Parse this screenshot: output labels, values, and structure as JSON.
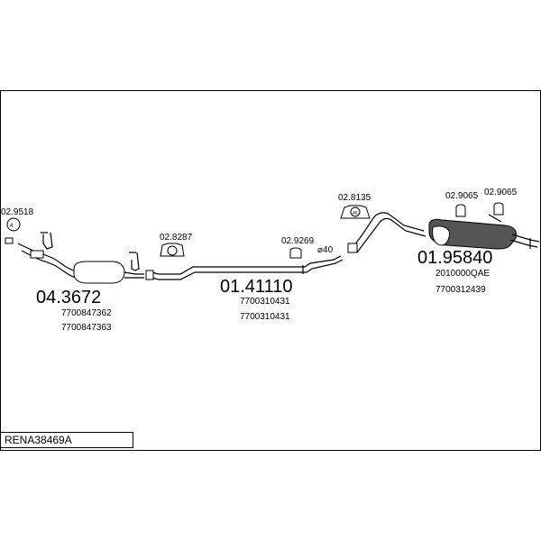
{
  "diagram": {
    "reference": "RENA38469A",
    "parts": {
      "clamp_front": "02.9518",
      "catalyst_code": "04.3672",
      "catalyst_ref1": "7700847362",
      "catalyst_ref2": "7700847363",
      "rubber_mount_1": "02.8287",
      "middle_pipe_code": "01.41110",
      "middle_pipe_ref1": "7700310431",
      "middle_pipe_ref2": "7700310431",
      "clamp_middle": "02.9269",
      "diameter": "⌀40",
      "rubber_mount_2": "02.8135",
      "hanger_1": "02.9065",
      "hanger_2": "02.9065",
      "rear_silencer_code": "01.95840",
      "rear_silencer_ref1": "2010000QAE",
      "rear_silencer_ref2": "7700312439"
    },
    "colors": {
      "line": "#000000",
      "background": "#ffffff",
      "shade": "#555555"
    }
  }
}
